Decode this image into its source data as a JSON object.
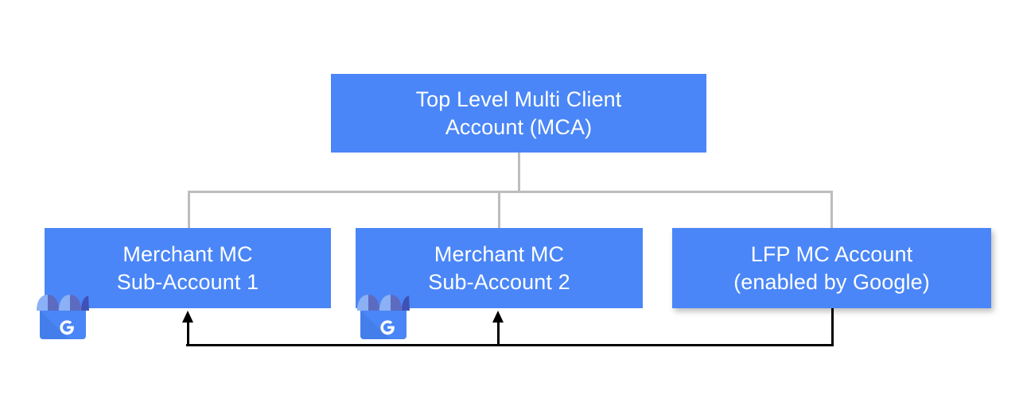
{
  "diagram": {
    "title_text_color": "#ffffff",
    "node_fill": "#4a86f7",
    "connector_color": "#bdbdbd",
    "arrow_color": "#000000",
    "nodes": [
      {
        "id": "mca",
        "label": "Top Level Multi Client\nAccount (MCA)",
        "line1": "Top Level Multi Client",
        "line2": "Account (MCA)"
      },
      {
        "id": "sub1",
        "label": "Merchant MC\nSub-Account 1",
        "line1": "Merchant MC",
        "line2": "Sub-Account 1"
      },
      {
        "id": "sub2",
        "label": "Merchant MC\nSub-Account 2",
        "line1": "Merchant MC",
        "line2": "Sub-Account 2"
      },
      {
        "id": "lfp",
        "label": "LFP MC Account\n(enabled by Google)",
        "line1": "LFP MC Account",
        "line2": "(enabled by Google)"
      }
    ],
    "icons": [
      {
        "id": "gbp-1",
        "name": "google-business-profile-icon"
      },
      {
        "id": "gbp-2",
        "name": "google-business-profile-icon"
      }
    ]
  }
}
